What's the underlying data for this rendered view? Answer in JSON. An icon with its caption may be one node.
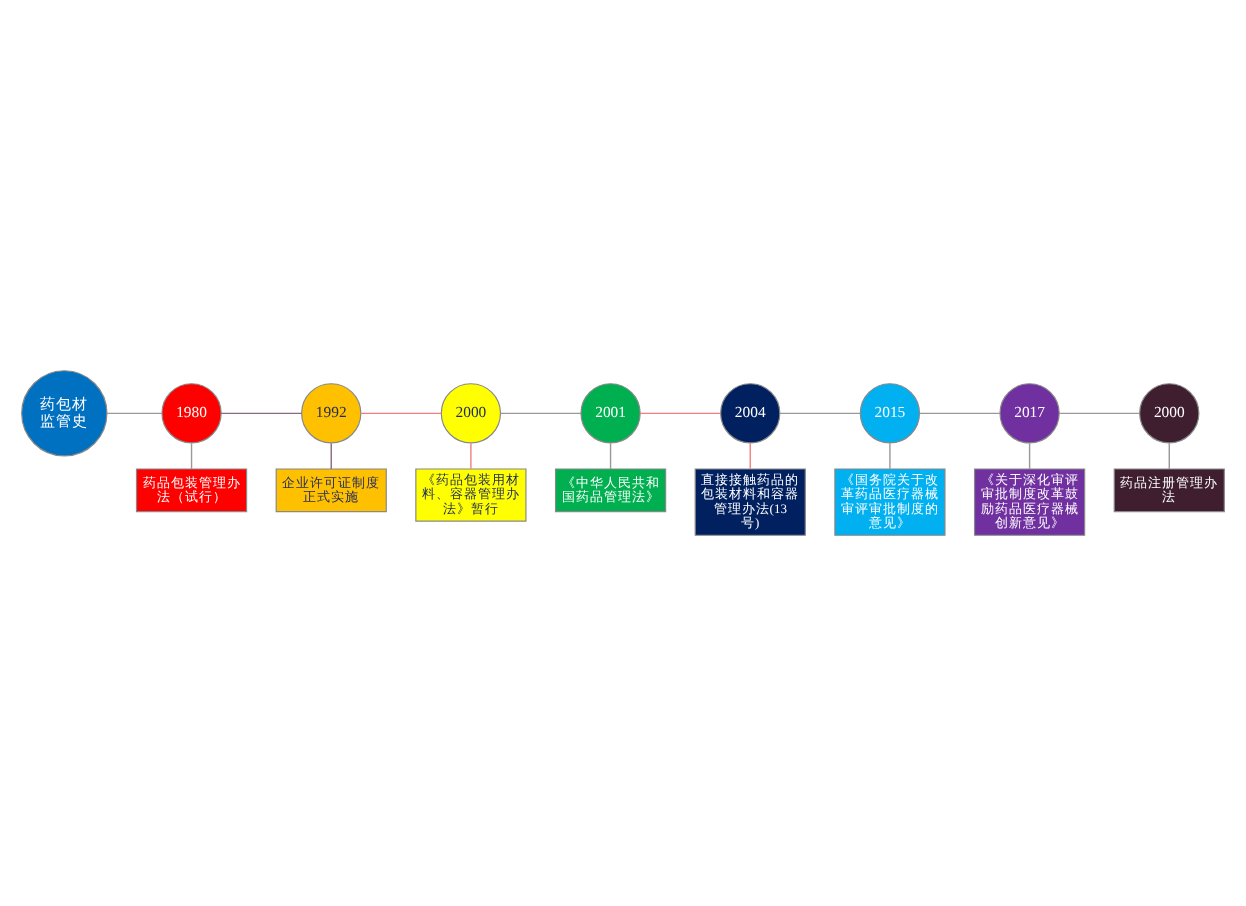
{
  "diagram": {
    "nodes": [
      {
        "text": [
          "药包材监管史"
        ]
      },
      {
        "text": [
          "1980"
        ]
      },
      {
        "text": [
          "药品包装管理办法（试行）"
        ]
      },
      {
        "text": [
          "1992"
        ]
      },
      {
        "text": [
          "企业许可证制度正式实施"
        ]
      },
      {
        "text": [
          "2000"
        ]
      },
      {
        "text": [
          "《药品包装用材料、容器管理办法》暂行"
        ]
      },
      {
        "text": [
          "2001"
        ]
      },
      {
        "text": [
          "《中华人民共和国药品管理法》"
        ]
      },
      {
        "text": [
          "2004"
        ]
      },
      {
        "text": [
          "直接接触药品的包装材料和容器管理办法(13号)"
        ]
      },
      {
        "text": [
          "2015"
        ]
      },
      {
        "text": [
          "《国务院关于改革药品医疗器械审评审批制度的意见》"
        ]
      },
      {
        "text": [
          "2017"
        ]
      },
      {
        "text": [
          "《关于深化审评审批制度改革鼓励药品医疗器械创新意见》"
        ]
      },
      {
        "text": [
          "2000"
        ]
      },
      {
        "text": [
          "药品注册管理办法"
        ]
      }
    ],
    "edges": [
      {
        "from": 0,
        "to": 1,
        "arrow": "none"
      },
      {
        "from": 1,
        "to": 3,
        "arrow": "none",
        "color": "#8a6a80"
      },
      {
        "from": 3,
        "to": 5,
        "arrow": "none",
        "color": "#f08080"
      },
      {
        "from": 5,
        "to": 7,
        "arrow": "none"
      },
      {
        "from": 7,
        "to": 9,
        "arrow": "none",
        "color": "#f08080"
      },
      {
        "from": 9,
        "to": 11,
        "arrow": "none"
      },
      {
        "from": 11,
        "to": 13,
        "arrow": "none"
      },
      {
        "from": 13,
        "to": 15,
        "arrow": "none"
      },
      {
        "from": 1,
        "to": 2,
        "arrow": "none"
      },
      {
        "from": 3,
        "to": 4,
        "arrow": "none",
        "color": "#8a6a80"
      },
      {
        "from": 5,
        "to": 6,
        "arrow": "none",
        "color": "#f08080"
      },
      {
        "from": 7,
        "to": 8,
        "arrow": "none"
      },
      {
        "from": 9,
        "to": 10,
        "arrow": "none",
        "color": "#f08080"
      },
      {
        "from": 11,
        "to": 12,
        "arrow": "none"
      },
      {
        "from": 13,
        "to": 14,
        "arrow": "none"
      },
      {
        "from": 15,
        "to": 16,
        "arrow": "none"
      }
    ]
  }
}
